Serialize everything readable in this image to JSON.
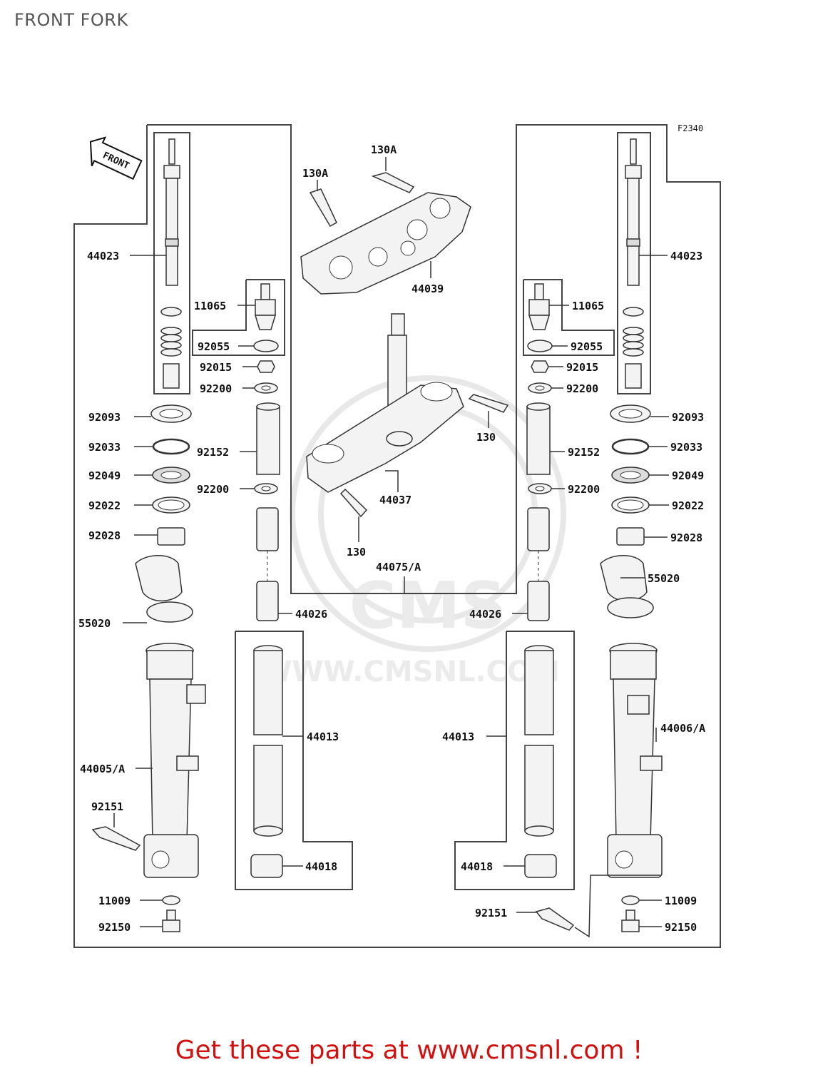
{
  "title": "FRONT FORK",
  "figure_code": "F2340",
  "front_arrow": "FRONT",
  "watermark": {
    "brand": "CMS",
    "url": "WWW.CMSNL.COM"
  },
  "footer": "Get these parts at www.cmsnl.com !",
  "labels": {
    "l44023": "44023",
    "r44023": "44023",
    "l11065": "11065",
    "r11065": "11065",
    "l92055": "92055",
    "r92055": "92055",
    "l92015": "92015",
    "r92015": "92015",
    "l92200a": "92200",
    "r92200a": "92200",
    "l92093": "92093",
    "r92093": "92093",
    "l92033": "92033",
    "r92033": "92033",
    "l92152": "92152",
    "r92152": "92152",
    "l92049": "92049",
    "r92049": "92049",
    "l92200b": "92200",
    "r92200b": "92200",
    "l92022": "92022",
    "r92022": "92022",
    "l92028": "92028",
    "r92028": "92028",
    "l55020": "55020",
    "r55020": "55020",
    "l44026": "44026",
    "r44026": "44026",
    "l44013": "44013",
    "r44013": "44013",
    "l44005": "44005/A",
    "r44006": "44006/A",
    "l92151": "92151",
    "r92151": "92151",
    "l44018": "44018",
    "r44018": "44018",
    "l11009": "11009",
    "r11009": "11009",
    "l92150": "92150",
    "r92150": "92150",
    "c130Aa": "130A",
    "c130Ab": "130A",
    "c44039": "44039",
    "c130a": "130",
    "c130b": "130",
    "c44037": "44037",
    "c44075": "44075/A"
  }
}
